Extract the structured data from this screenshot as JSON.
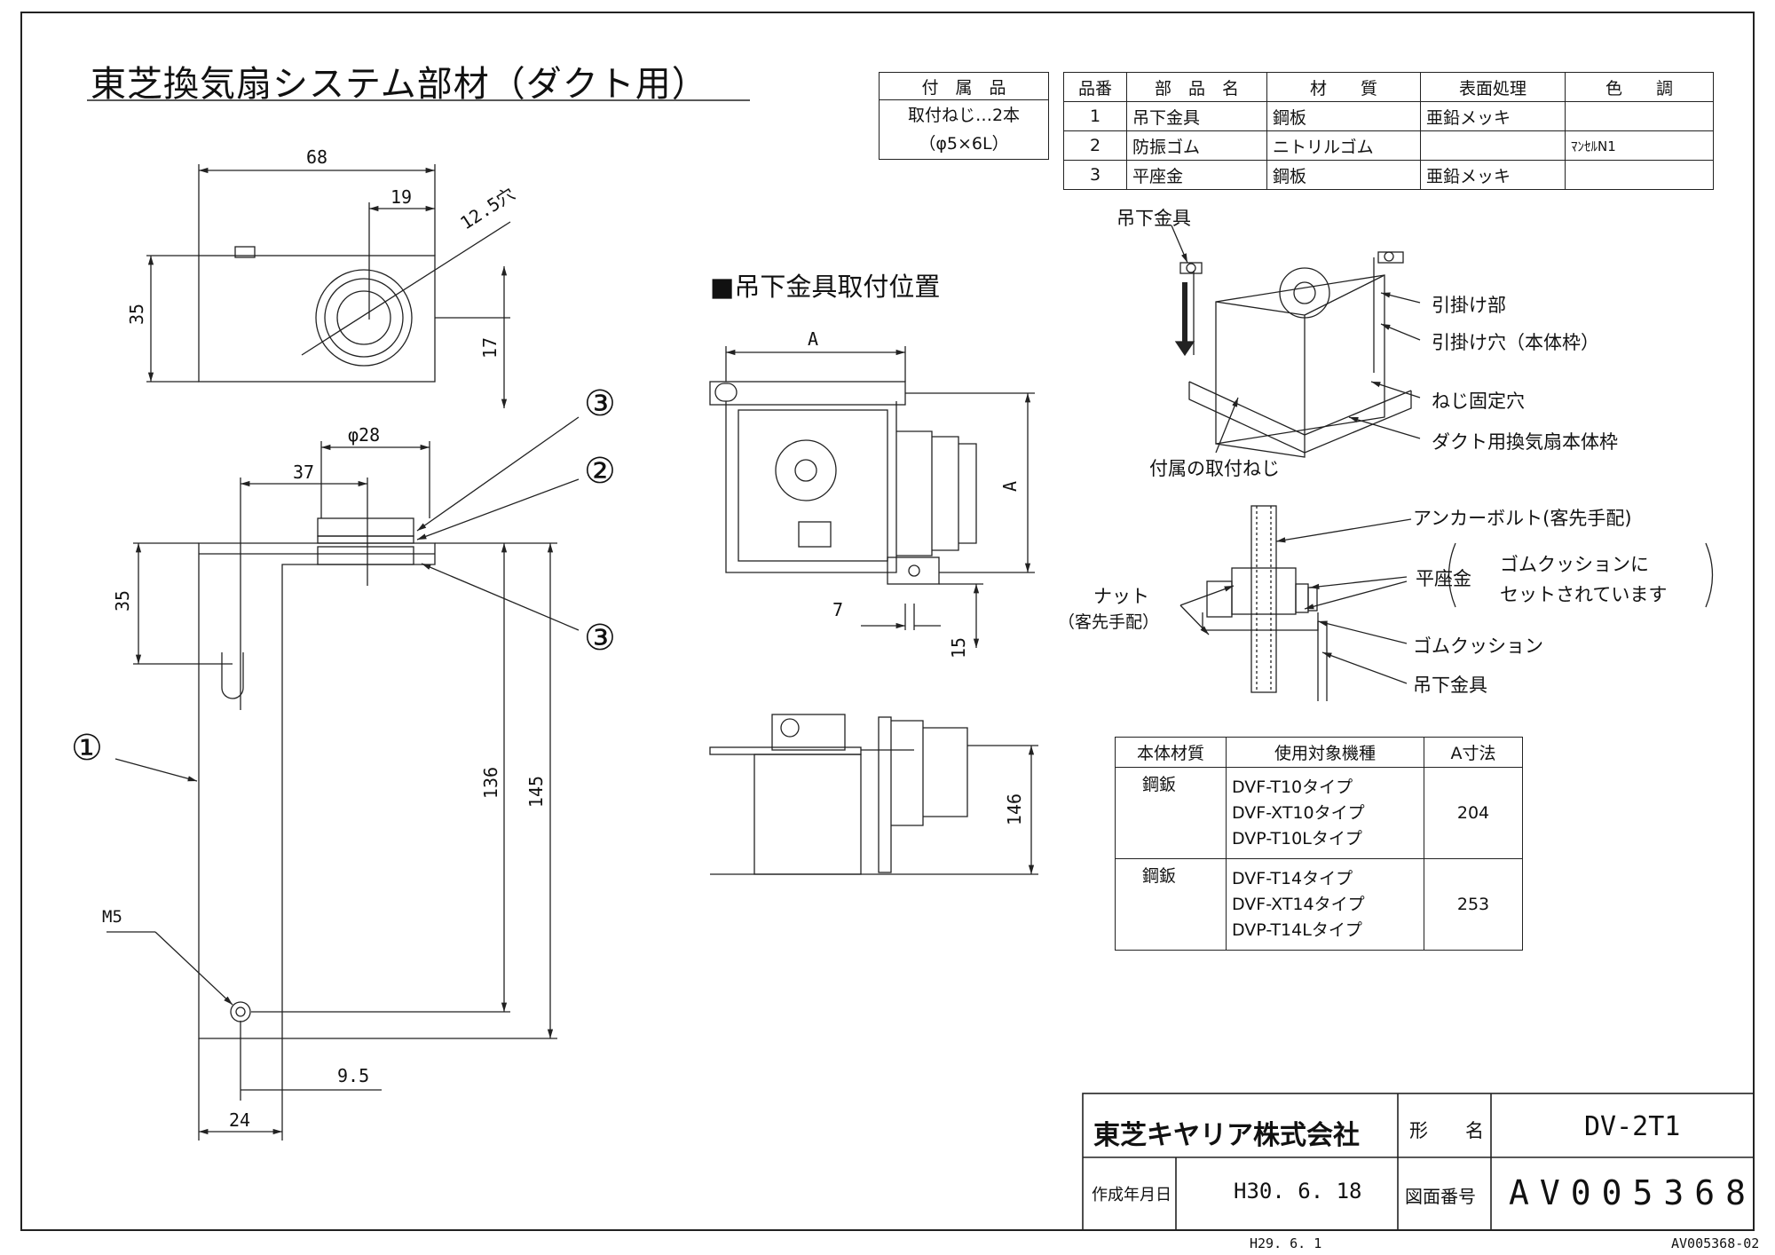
{
  "title": "東芝換気扇システム部材（ダクト用）",
  "accessory_table": {
    "header": "付　属　品",
    "line1": "取付ねじ…2本",
    "line2": "（φ5×6L）"
  },
  "parts_table": {
    "headers": [
      "品番",
      "部　品　名",
      "材　　質",
      "表面処理",
      "色　　調"
    ],
    "rows": [
      [
        "1",
        "吊下金具",
        "鋼板",
        "亜鉛メッキ",
        ""
      ],
      [
        "2",
        "防振ゴム",
        "ニトリルゴム",
        "",
        "ﾏﾝｾﾙN1"
      ],
      [
        "3",
        "平座金",
        "鋼板",
        "亜鉛メッキ",
        ""
      ]
    ]
  },
  "left_drawing": {
    "dims": {
      "d68": "68",
      "d19": "19",
      "hole": "12.5穴",
      "d35_top": "35",
      "d17": "17",
      "phi28": "φ28",
      "d37": "37",
      "d35": "35",
      "d136": "136",
      "d145": "145",
      "m5": "M5",
      "d9_5": "9.5",
      "d24": "24"
    },
    "callouts": {
      "c3a": "③",
      "c2": "②",
      "c3b": "③",
      "c1": "①"
    }
  },
  "mounting_section": {
    "heading": "■吊下金具取付位置",
    "dim_a_top": "A",
    "dim_a_side": "A",
    "dim_7": "7",
    "dim_15": "15",
    "dim_146": "146"
  },
  "perspective": {
    "labels": {
      "hanger": "吊下金具",
      "hook": "引掛け部",
      "hook_hole": "引掛け穴（本体枠）",
      "screw_hole": "ねじ固定穴",
      "body_frame": "ダクト用換気扇本体枠",
      "included_screw": "付属の取付ねじ"
    }
  },
  "anchor_detail": {
    "labels": {
      "anchor": "アンカーボルト(客先手配)",
      "washer": "平座金",
      "cushion_note_1": "ゴムクッションに",
      "cushion_note_2": "セットされています",
      "nut": "ナット",
      "nut_note": "（客先手配）",
      "rubber": "ゴムクッション",
      "hanger": "吊下金具"
    }
  },
  "model_table": {
    "headers": [
      "本体材質",
      "使用対象機種",
      "A寸法"
    ],
    "rows": [
      {
        "material": "鋼鈑",
        "models": [
          "DVF-T10タイプ",
          "DVF-XT10タイプ",
          "DVP-T10Lタイプ"
        ],
        "a": "204"
      },
      {
        "material": "鋼鈑",
        "models": [
          "DVF-T14タイプ",
          "DVF-XT14タイプ",
          "DVP-T14Lタイプ"
        ],
        "a": "253"
      }
    ]
  },
  "title_block": {
    "company": "東芝キヤリア株式会社",
    "model_label": "形　　名",
    "model": "DV-2T1",
    "date_label": "作成年月日",
    "date": "H30. 6. 18",
    "drawing_no_label": "図面番号",
    "drawing_no": "AV005368"
  },
  "footer": {
    "left": "H29. 6. 1",
    "right": "AV005368-02"
  }
}
